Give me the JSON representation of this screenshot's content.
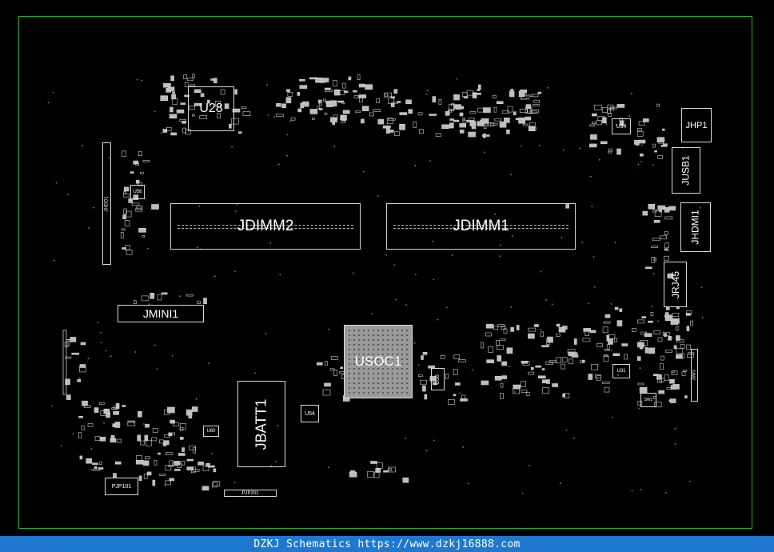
{
  "components": {
    "u28": "U28",
    "jdimm2": "JDIMM2",
    "jdimm1": "JDIMM1",
    "jhp1": "JHP1",
    "jusb1": "JUSB1",
    "jhdmi1": "JHDMI1",
    "jrj45": "JRJ45",
    "jmini1": "JMINI1",
    "usoc1": "USOC1",
    "jbatt1": "JBATT1",
    "jhdd1": "JHDD1",
    "u34": "U34",
    "u58": "U58",
    "u56": "U56",
    "u54": "U54",
    "u60": "U60",
    "u31": "U31",
    "sw1": "SW1",
    "pjp101": "PJP101",
    "pjp201": "PJP201",
    "jsw1": "JSW1"
  },
  "footer": {
    "text": "DZKJ Schematics https://www.dzkj16888.com"
  },
  "colors": {
    "board_border": "#1fb51f",
    "footer_bg": "#1e78cf",
    "outline": "#d8d8d8",
    "soc_fill": "#9a9a9a"
  }
}
